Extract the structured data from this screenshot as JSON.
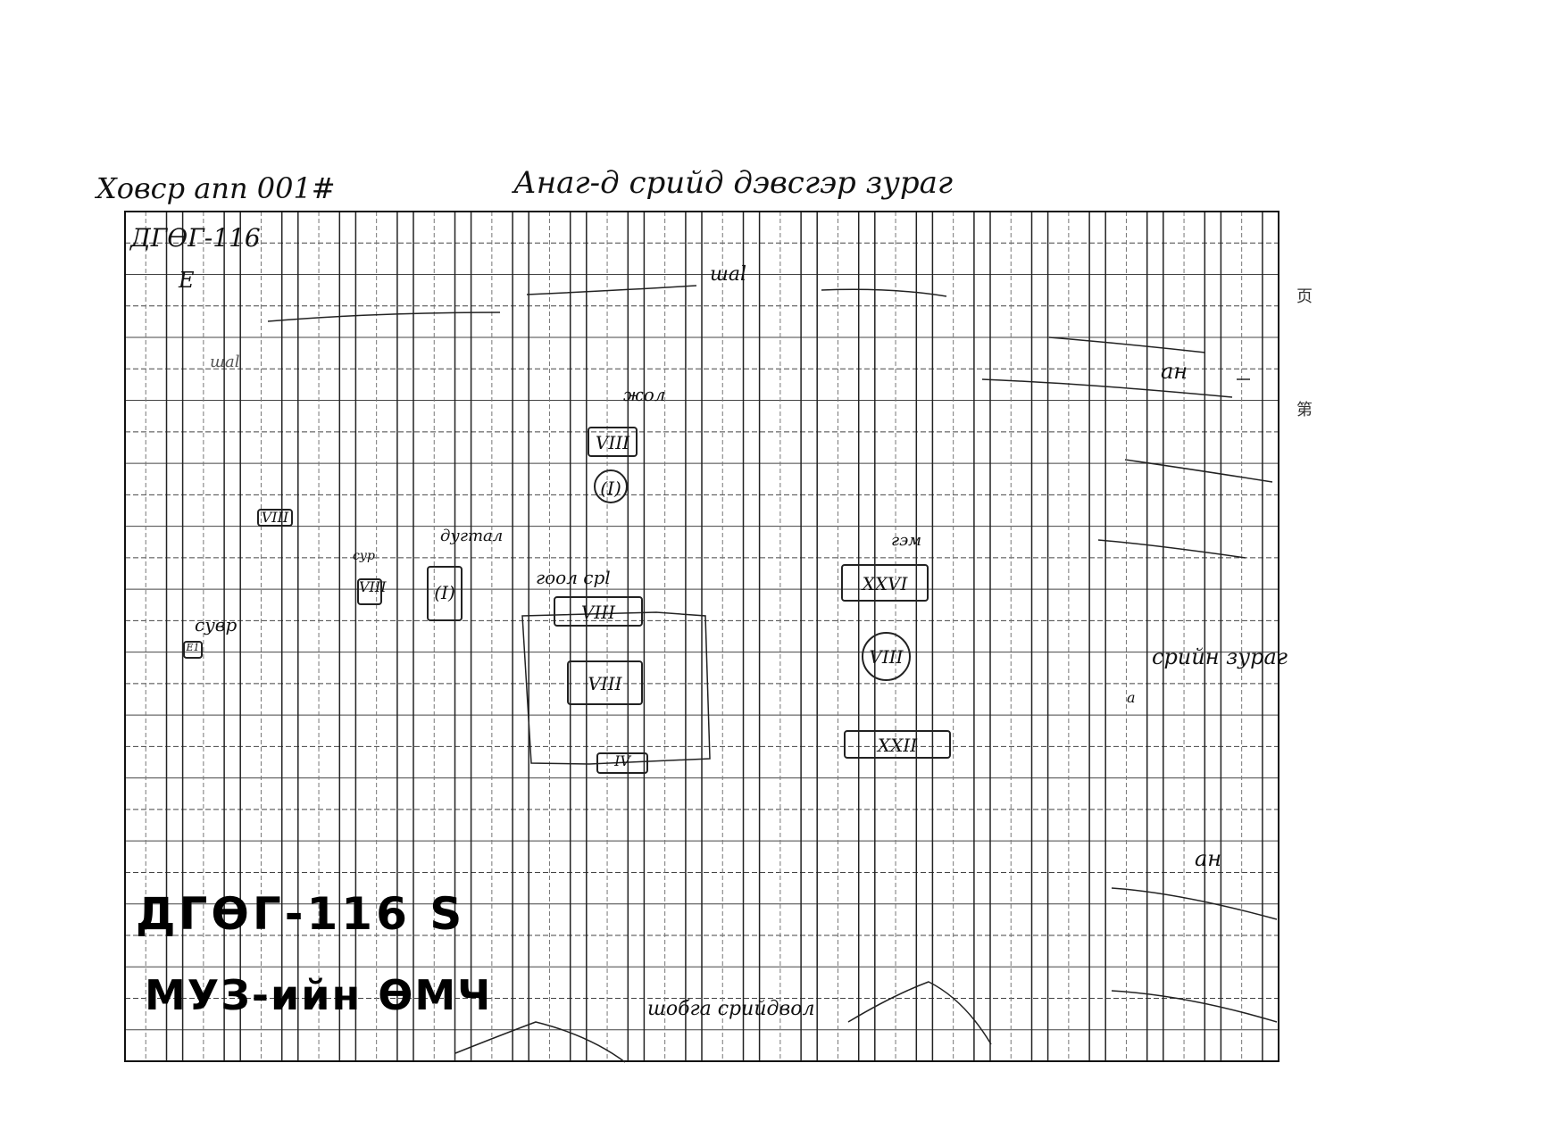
{
  "header": {
    "left_note": "Ховср апп 001#",
    "center_note": "Анаг-д срийд дэвсгэр зураг"
  },
  "grid_label": {
    "top_left": "ДГӨГ-116",
    "compass": "E"
  },
  "side_cjk": [
    "页",
    "第"
  ],
  "annotations": {
    "top_mid": "шаl",
    "left_small": "шаl",
    "zhol": "жол",
    "dugtal": "дугтал",
    "sur": "сур",
    "suvr": "сувр",
    "goolsurl": "гоол срl",
    "gem": "гэм",
    "right_mid": "срийн зураг",
    "right_top": "ан",
    "right_bottom": "ан",
    "bottom_mid": "шобга срийдвол",
    "tiny_a": "а"
  },
  "marks": {
    "m1": "VIII",
    "m2": "VIII",
    "m3": "(I)",
    "m4": "VIII",
    "m5": "(I)",
    "m6": "VIII",
    "m7": "VIII",
    "m8": "E1",
    "m9": "XXVI",
    "m10": "VIII",
    "m11": "IV",
    "m12": "XXII"
  },
  "stamp": {
    "line1": "ДГӨГ-116 S",
    "line2": "МУЗ-ийн ӨМЧ"
  }
}
